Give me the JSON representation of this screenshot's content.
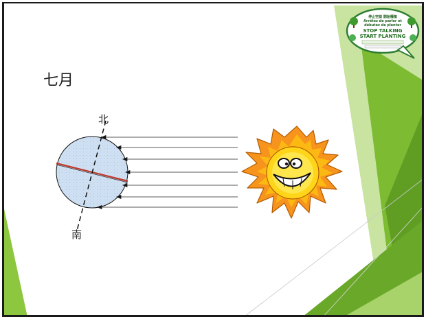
{
  "slide": {
    "title": "七月",
    "north_label": "北",
    "south_label": "南"
  },
  "logo": {
    "line_cn": "停止空談 開始種植",
    "line_fr1": "Arrêtez de parler et",
    "line_fr2": "débutez de planter",
    "line_en1": "STOP TALKING",
    "line_en2": "START PLANTING"
  },
  "colors": {
    "accent_green": "#8dc63f",
    "earth_fill": "#cfe0f2",
    "equator": "#c0392b",
    "sun_orange": "#f7a51c",
    "sun_face": "#ffe033"
  },
  "icons": [
    "earth-globe",
    "sun-face-icon",
    "arrow-left-icon",
    "tree-icon"
  ]
}
